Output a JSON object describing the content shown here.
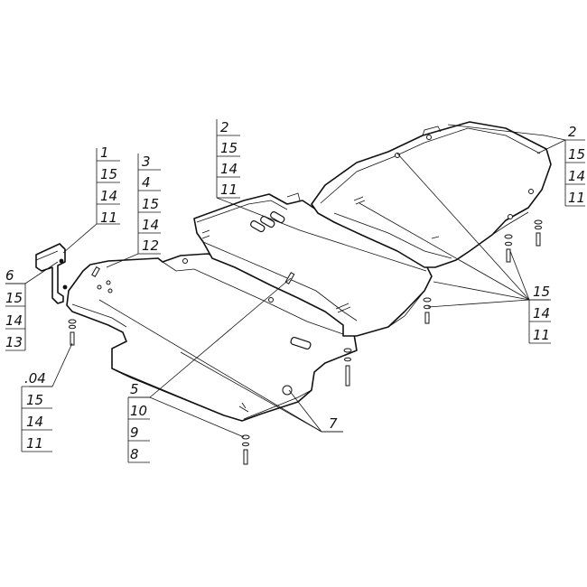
{
  "callouts": {
    "stack_1": [
      "1",
      "15",
      "14",
      "11"
    ],
    "stack_3": [
      "3",
      "4",
      "15",
      "14",
      "12"
    ],
    "stack_2a": [
      "2",
      "15",
      "14",
      "11"
    ],
    "stack_2b": [
      "2",
      "15",
      "14",
      "11"
    ],
    "stack_6": [
      "6",
      "15",
      "14",
      "13"
    ],
    "stack_04": [
      ".04",
      "15",
      "14",
      "11"
    ],
    "stack_5": [
      "5",
      "10",
      "9",
      "8"
    ],
    "stack_15": [
      "15",
      "14",
      "11"
    ],
    "label_7": "7"
  }
}
